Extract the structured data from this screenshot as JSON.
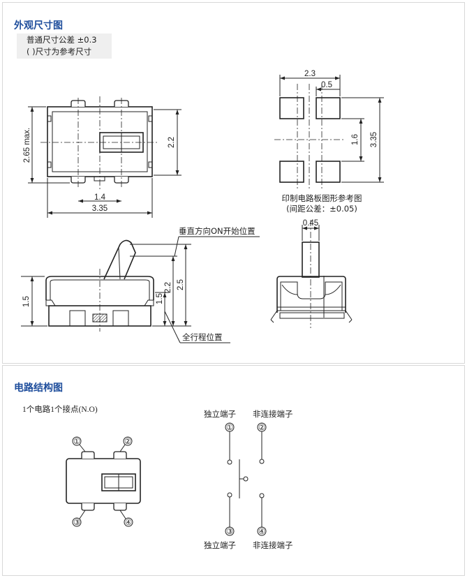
{
  "section1": {
    "title": "外观尺寸图",
    "tolerance": {
      "line1": "普通尺寸公差 ±0.3",
      "line2": "( )尺寸为参考尺寸"
    },
    "top_view": {
      "dim_height": "2.65 max.",
      "dim_inner": "2.2",
      "dim_pitch": "1.4",
      "dim_width": "3.35"
    },
    "pcb_view": {
      "dim_total": "2.3",
      "dim_pad": "0.5",
      "dim_gap": "1.6",
      "dim_height": "3.35",
      "caption1": "印制电路板图形参考图",
      "caption2": "(间距公差：±0.05)"
    },
    "side_view": {
      "dim_base": "1.5",
      "dim_on_pos": "2.2",
      "dim_full": "2.5",
      "dim_low": "1.5",
      "label_on": "垂直方向ON开始位置",
      "label_full": "全行程位置"
    },
    "end_view": {
      "dim_knob": "0.45"
    }
  },
  "section2": {
    "title": "电路结构图",
    "subtitle": "1个电路1个接点(N.O)",
    "pins": [
      "①",
      "②",
      "③",
      "④"
    ],
    "label_independent": "独立端子",
    "label_unconnected": "非连接端子"
  }
}
